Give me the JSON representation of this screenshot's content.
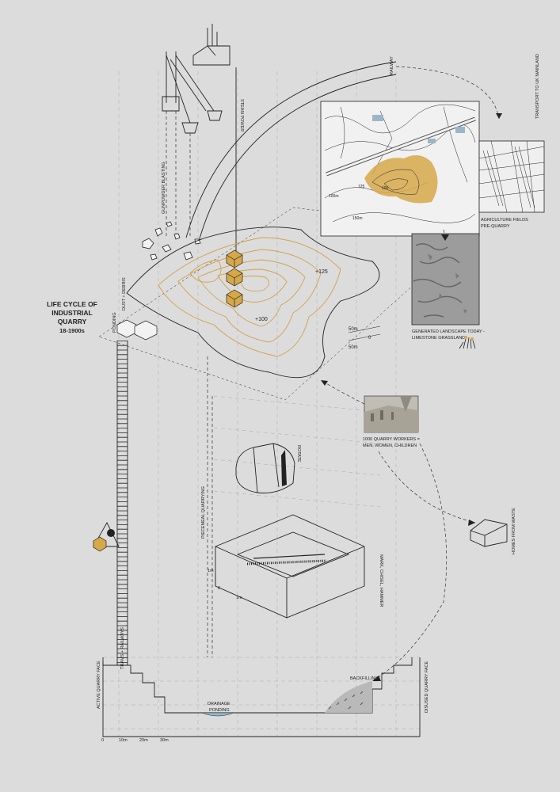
{
  "title": {
    "line1": "LIFE CYCLE OF",
    "line2": "INDUSTRIAL",
    "line3": "QUARRY",
    "line4": "18-1900s"
  },
  "labels": {
    "railway": "RAILWAY",
    "transport": "TRANSPORT TO UK MAINLAND",
    "steam_power": "STEAM POWER",
    "gunpowder": "GUNPOWDER BLASTING",
    "dust_debris": "DUST + DEBRIS",
    "ponding_top": "PONDING",
    "agriculture_1": "AGRICULTURE FIELDS",
    "agriculture_2": "PRE-QUARRY",
    "generated_1": "GENERATED LANDSCAPE TODAY -",
    "generated_2": "LIMESTONE GRASSLAND",
    "workers_1": "1000 QUARRY WORKERS =",
    "workers_2": "MEN, WOMEN, CHILDREN",
    "homes": "HOMES FROM WASTE",
    "piecemeal": "PIECEMEAL QUARRYING",
    "rotate": "ROTATE",
    "mark_chisel": "MARK, CHISEL, HAMMER",
    "trams": "TRAMS + RAILWAYS",
    "active_face": "ACTIVE QUARRY FACE",
    "disused_face": "DISUSED QUARRY FACE",
    "backfilling": "BACKFILLING",
    "drainage": "DRAINAGE",
    "ponding": "PONDING",
    "elev_125": "+125",
    "elev_100": "+100",
    "map_100m": "100m",
    "map_150m": "150m",
    "map_125": "125",
    "map_100": "100"
  },
  "scales": {
    "topo_50a": "50m",
    "topo_0": "0",
    "topo_50b": "50m",
    "block_1m_a": "1m",
    "block_0": "0",
    "block_1m_b": "1m",
    "section": [
      "0",
      "10m",
      "20m",
      "30m"
    ]
  },
  "colors": {
    "background": "#dcdcdc",
    "ochre": "#d6a84a",
    "ochre_fill": "#f3e6c6",
    "ink": "#222222",
    "water": "#8fbfd0"
  }
}
